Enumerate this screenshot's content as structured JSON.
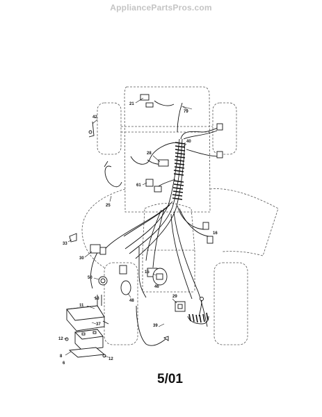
{
  "watermark": "AppliancePartsPros.com",
  "date_code": "5/01",
  "callouts": [
    "21",
    "79",
    "42",
    "40",
    "28",
    "61",
    "25",
    "16",
    "33",
    "30",
    "50",
    "48",
    "15",
    "46",
    "29",
    "11",
    "13",
    "37",
    "12",
    "8",
    "6",
    "39"
  ],
  "colors": {
    "line": "#111111",
    "dashed_outline": "#555555",
    "watermark": "#c4c4c4",
    "background": "#ffffff"
  }
}
